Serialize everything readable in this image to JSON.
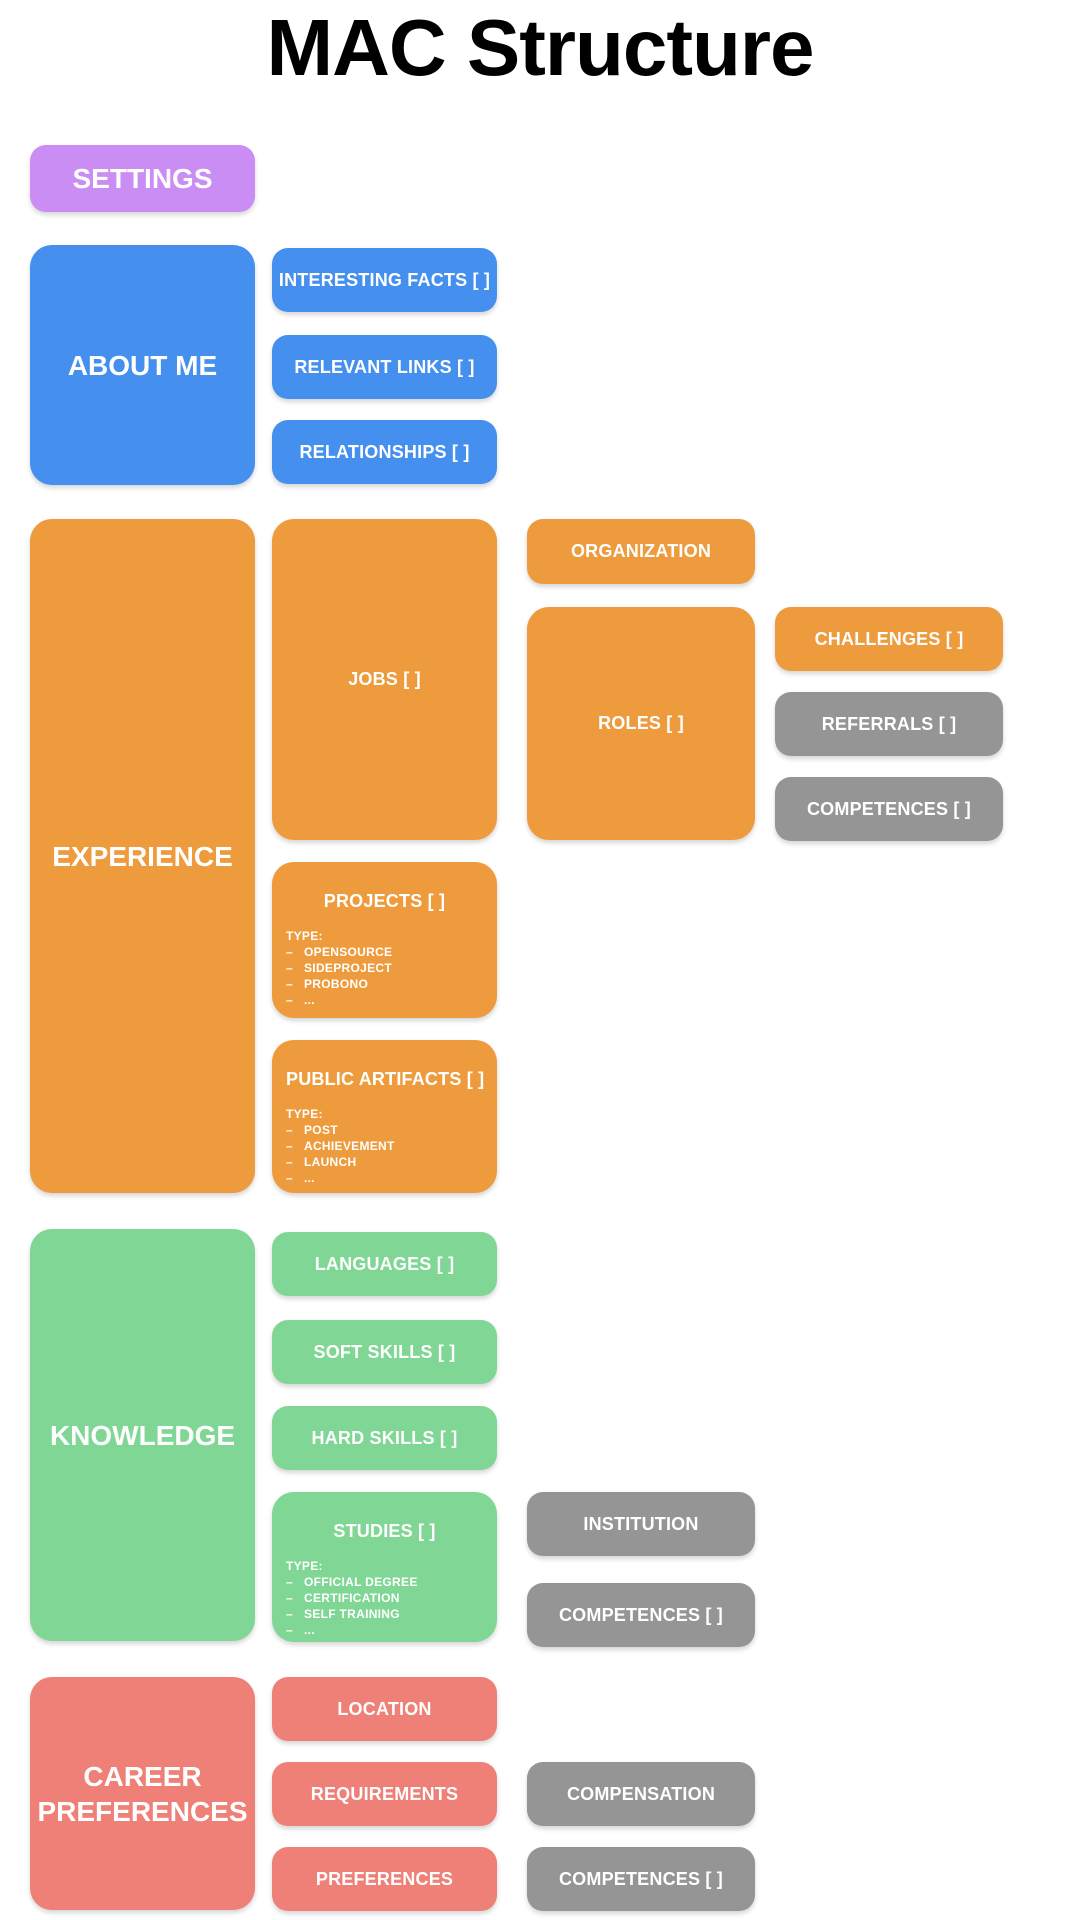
{
  "title": "MAC Structure",
  "list_bullet": "–",
  "colors": {
    "purple": "#c98df3",
    "blue": "#4590ee",
    "orange": "#ee9b3d",
    "green": "#80d795",
    "salmon": "#ee8077",
    "gray": "#959595",
    "text_on_box": "#ffffff",
    "title_text": "#000000",
    "background": "#ffffff"
  },
  "settings": {
    "label": "SETTINGS"
  },
  "about_me": {
    "label": "ABOUT ME",
    "interesting_facts": "INTERESTING FACTS [ ]",
    "relevant_links": "RELEVANT LINKS [ ]",
    "relationships": "RELATIONSHIPS [ ]"
  },
  "experience": {
    "label": "EXPERIENCE",
    "jobs": "JOBS [ ]",
    "organization": "ORGANIZATION",
    "roles": "ROLES [ ]",
    "challenges": "CHALLENGES [ ]",
    "referrals": "REFERRALS [ ]",
    "competences": "COMPETENCES [ ]",
    "projects": {
      "label": "PROJECTS [ ]",
      "type_heading": "TYPE:",
      "items": [
        "OPENSOURCE",
        "SIDEPROJECT",
        "PROBONO",
        "..."
      ]
    },
    "public_artifacts": {
      "label": "PUBLIC ARTIFACTS [ ]",
      "type_heading": "TYPE:",
      "items": [
        "POST",
        "ACHIEVEMENT",
        "LAUNCH",
        "..."
      ]
    }
  },
  "knowledge": {
    "label": "KNOWLEDGE",
    "languages": "LANGUAGES [ ]",
    "soft_skills": "SOFT SKILLS [ ]",
    "hard_skills": "HARD SKILLS [ ]",
    "studies": {
      "label": "STUDIES [ ]",
      "type_heading": "TYPE:",
      "items": [
        "OFFICIAL DEGREE",
        "CERTIFICATION",
        "SELF TRAINING",
        "..."
      ]
    },
    "institution": "INSTITUTION",
    "competences": "COMPETENCES [ ]"
  },
  "career_preferences": {
    "label": "CAREER PREFERENCES",
    "location": "LOCATION",
    "requirements": "REQUIREMENTS",
    "preferences": "PREFERENCES",
    "compensation": "COMPENSATION",
    "competences": "COMPETENCES [ ]"
  }
}
